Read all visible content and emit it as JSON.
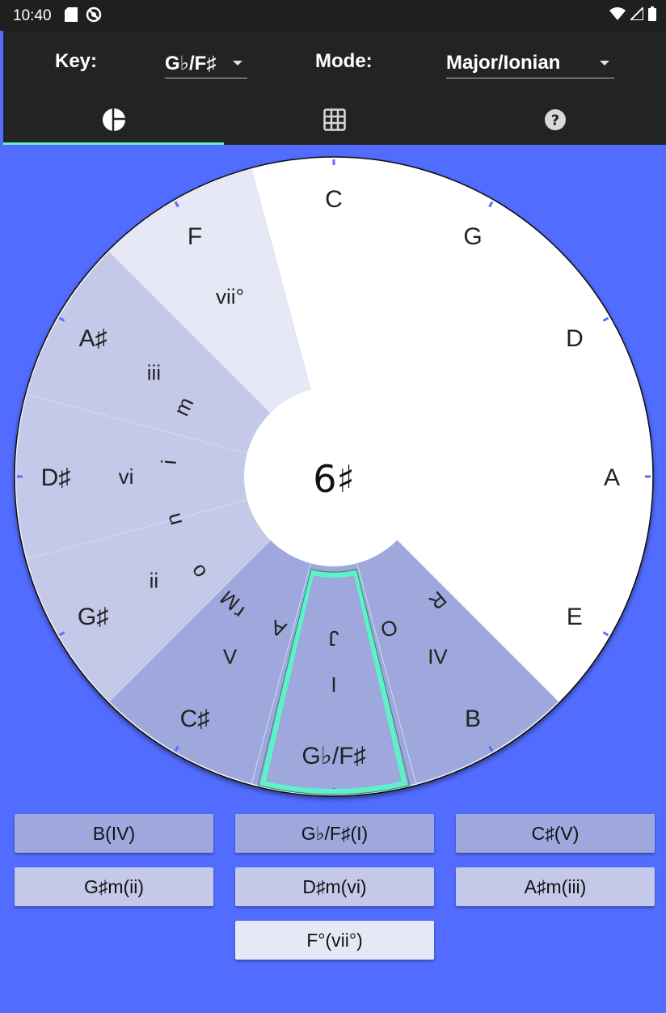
{
  "status_bar": {
    "time": "10:40"
  },
  "header": {
    "key_label": "Key:",
    "key_value": "G♭/F♯",
    "mode_label": "Mode:",
    "mode_value": "Major/Ionian"
  },
  "tabs": [
    {
      "name": "wheel",
      "icon": "pie-chart-icon",
      "active": true
    },
    {
      "name": "grid",
      "icon": "grid-icon",
      "active": false
    },
    {
      "name": "help",
      "icon": "help-circle-icon",
      "active": false
    }
  ],
  "wheel": {
    "center_text": "6♯",
    "notes": [
      "C",
      "G",
      "D",
      "A",
      "E",
      "B",
      "G♭/F♯",
      "C♯",
      "G♯",
      "D♯",
      "A♯",
      "F"
    ],
    "degrees": [
      "",
      "",
      "",
      "",
      "",
      "IV",
      "I",
      "V",
      "ii",
      "vi",
      "iii",
      "vii°"
    ],
    "major_text": "MAJOR",
    "minor_text": "minor",
    "colors": {
      "major": "#9ea8dc",
      "minor": "#c4c9ea",
      "dim": "#e6e8f6",
      "outside": "#ffffff",
      "highlight": "#5ef2c8",
      "tick": "#5a6cff",
      "background": "#526cff"
    }
  },
  "chord_buttons": [
    {
      "label": "B(IV)",
      "color": "#9ea8dc"
    },
    {
      "label": "G♭/F♯(I)",
      "color": "#9ea8dc"
    },
    {
      "label": "C♯(V)",
      "color": "#9ea8dc"
    },
    {
      "label": "G♯m(ii)",
      "color": "#c4c9ea"
    },
    {
      "label": "D♯m(vi)",
      "color": "#c4c9ea"
    },
    {
      "label": "A♯m(iii)",
      "color": "#c4c9ea"
    },
    {
      "label": "F°(vii°)",
      "color": "#e6e8f6"
    }
  ]
}
